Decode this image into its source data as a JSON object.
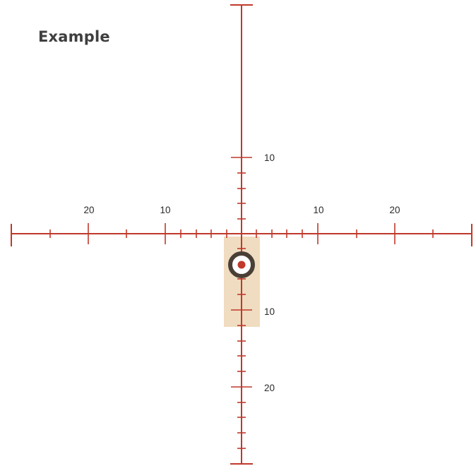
{
  "title": "Example",
  "colors": {
    "reticle": "#c0392b",
    "highlight": "#f0dcc0",
    "target_ring": "#4a3f36",
    "target_center": "#c0392b"
  },
  "labels": {
    "h_left_20": "20",
    "h_left_10": "10",
    "h_right_10": "10",
    "h_right_20": "20",
    "v_up_10": "10",
    "v_down_10": "10",
    "v_down_20": "20"
  }
}
